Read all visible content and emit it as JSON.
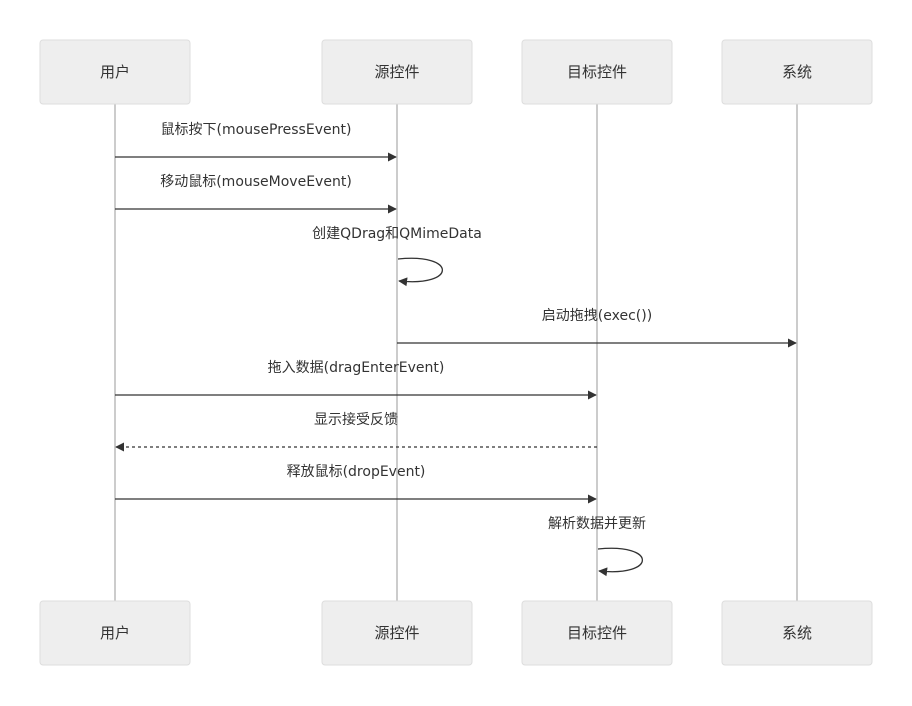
{
  "actors": [
    {
      "id": "user",
      "label": "用户"
    },
    {
      "id": "source",
      "label": "源控件"
    },
    {
      "id": "target",
      "label": "目标控件"
    },
    {
      "id": "system",
      "label": "系统"
    }
  ],
  "messages": [
    {
      "from": "user",
      "to": "source",
      "label": "鼠标按下(mousePressEvent)",
      "style": "solid"
    },
    {
      "from": "user",
      "to": "source",
      "label": "移动鼠标(mouseMoveEvent)",
      "style": "solid"
    },
    {
      "from": "source",
      "to": "source",
      "label": "创建QDrag和QMimeData",
      "style": "solid"
    },
    {
      "from": "source",
      "to": "system",
      "label": "启动拖拽(exec())",
      "style": "solid"
    },
    {
      "from": "user",
      "to": "target",
      "label": "拖入数据(dragEnterEvent)",
      "style": "solid"
    },
    {
      "from": "target",
      "to": "user",
      "label": "显示接受反馈",
      "style": "dashed"
    },
    {
      "from": "user",
      "to": "target",
      "label": "释放鼠标(dropEvent)",
      "style": "solid"
    },
    {
      "from": "target",
      "to": "target",
      "label": "解析数据并更新",
      "style": "solid"
    }
  ],
  "colors": {
    "actor_fill": "#eeeeee",
    "actor_border": "#dddddd",
    "lifeline": "#cccccc",
    "line": "#333333",
    "text": "#333333"
  }
}
